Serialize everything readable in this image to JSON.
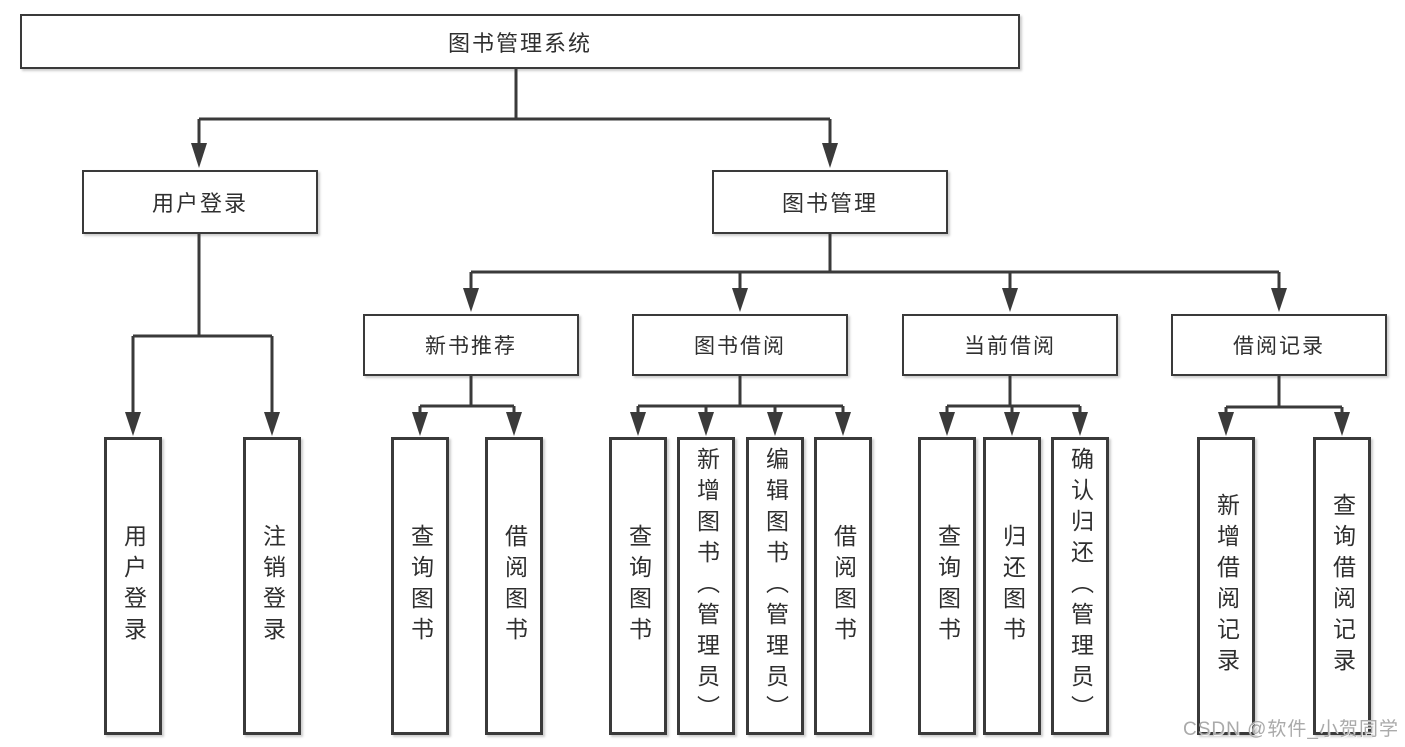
{
  "tree": {
    "root": {
      "label": "图书管理系统"
    },
    "children": [
      {
        "label": "用户登录",
        "children": [
          {
            "label": "用户登录"
          },
          {
            "label": "注销登录"
          }
        ]
      },
      {
        "label": "图书管理",
        "children": [
          {
            "label": "新书推荐",
            "children": [
              {
                "label": "查询图书"
              },
              {
                "label": "借阅图书"
              }
            ]
          },
          {
            "label": "图书借阅",
            "children": [
              {
                "label": "查询图书"
              },
              {
                "label": "新增图书（管理员）"
              },
              {
                "label": "编辑图书（管理员）"
              },
              {
                "label": "借阅图书"
              }
            ]
          },
          {
            "label": "当前借阅",
            "children": [
              {
                "label": "查询图书"
              },
              {
                "label": "归还图书"
              },
              {
                "label": "确认归还（管理员）"
              }
            ]
          },
          {
            "label": "借阅记录",
            "children": [
              {
                "label": "新增借阅记录"
              },
              {
                "label": "查询借阅记录"
              }
            ]
          }
        ]
      }
    ]
  },
  "watermark": "CSDN @软件_小贺同学",
  "colors": {
    "line": "#3a3a3a",
    "box_border": "#3a3a3a",
    "text": "#2f2f2f",
    "watermark": "#aaaaaa",
    "background": "#ffffff"
  }
}
